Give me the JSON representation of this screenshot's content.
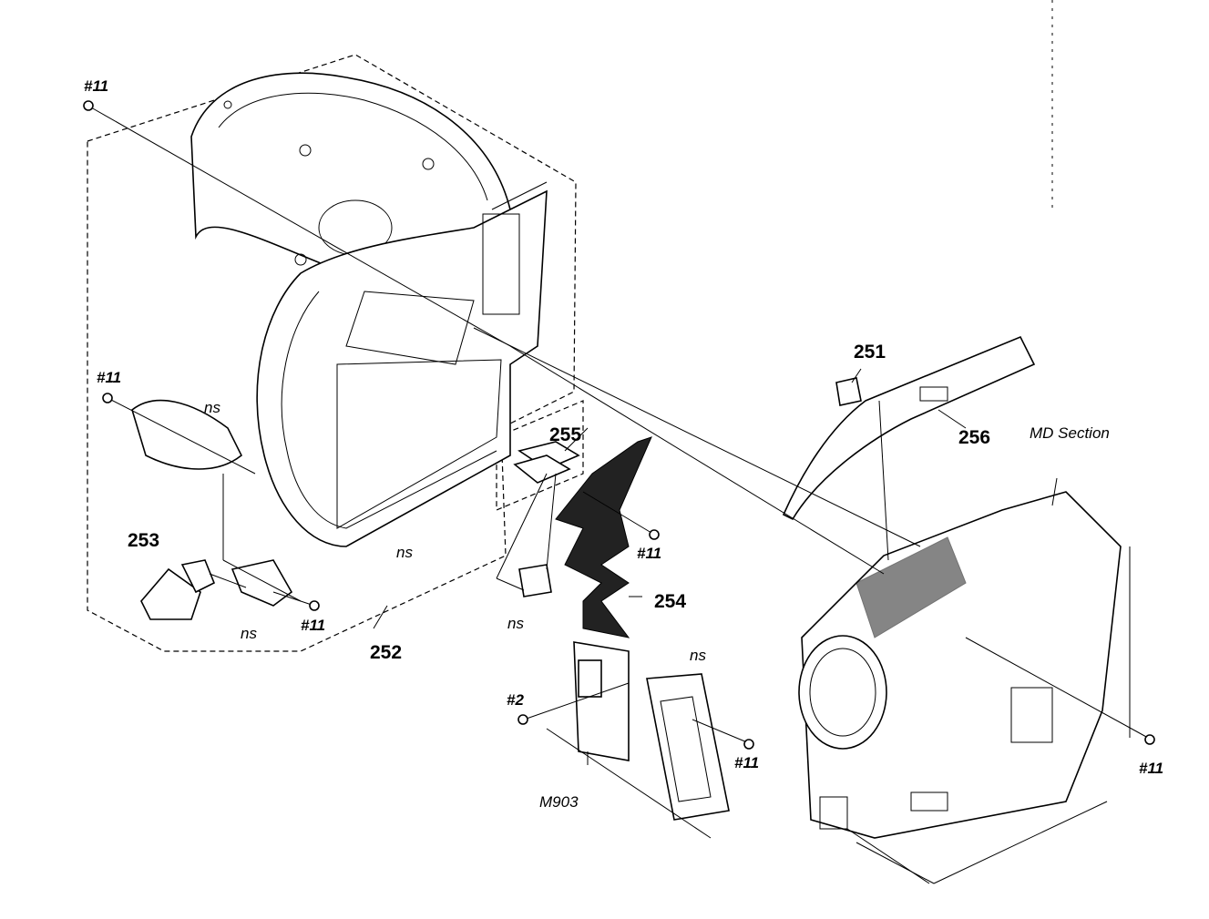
{
  "labels": {
    "screw_11_top": "#11",
    "screw_11_left": "#11",
    "screw_11_bottom_left": "#11",
    "screw_11_center": "#11",
    "screw_11_lower_center": "#11",
    "screw_11_right": "#11",
    "screw_2": "#2",
    "part_251": "251",
    "part_252": "252",
    "part_253": "253",
    "part_254": "254",
    "part_255": "255",
    "part_256": "256",
    "motor_m903": "M903",
    "section_title": "MD Section",
    "ns_1": "ns",
    "ns_2": "ns",
    "ns_3": "ns",
    "ns_4": "ns",
    "ns_5": "ns"
  }
}
